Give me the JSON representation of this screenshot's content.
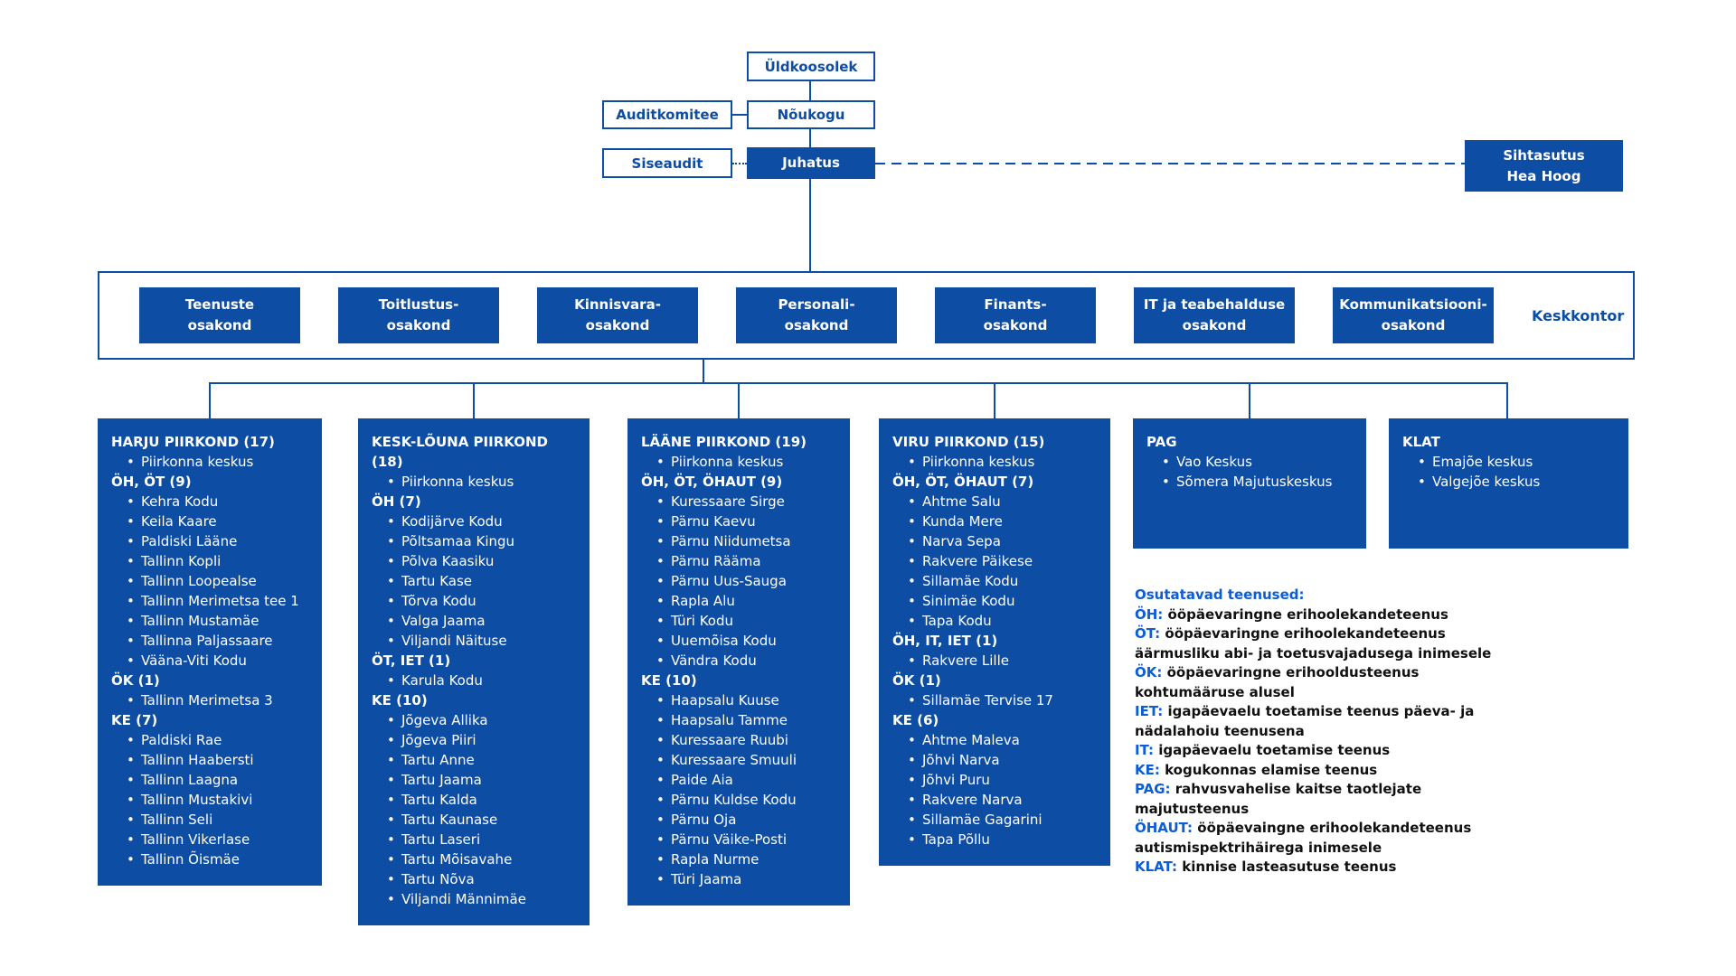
{
  "colors": {
    "primary_blue": "#0d4da4",
    "bright_blue": "#0b5ed7",
    "text_dark": "#111111",
    "box_text_white": "#ffffff"
  },
  "top": {
    "uldkoosolek": "Üldkoosolek",
    "auditkomitee": "Auditkomitee",
    "noukogu": "Nõukogu",
    "siseaudit": "Siseaudit",
    "juhatus": "Juhatus",
    "sihtasutus": "Sihtasutus\nHea Hoog"
  },
  "keskkontor": {
    "label": "Keskkontor",
    "departments": [
      "Teenuste\nosakond",
      "Toitlustus-\nosakond",
      "Kinnisvara-\nosakond",
      "Personali-\nosakond",
      "Finants-\nosakond",
      "IT ja teabehalduse\nosakond",
      "Kommunikatsiooni-\nosakond"
    ]
  },
  "regions": [
    {
      "title": "HARJU PIIRKOND (17)",
      "sections": [
        {
          "header": null,
          "items": [
            "Piirkonna keskus"
          ]
        },
        {
          "header": "ÖH, ÖT (9)",
          "items": [
            "Kehra Kodu",
            "Keila Kaare",
            "Paldiski Lääne",
            "Tallinn Kopli",
            "Tallinn Loopealse",
            "Tallinn Merimetsa tee 1",
            "Tallinn Mustamäe",
            "Tallinna Paljassaare",
            "Vääna-Viti Kodu"
          ]
        },
        {
          "header": "ÖK (1)",
          "items": [
            "Tallinn Merimetsa 3"
          ]
        },
        {
          "header": "KE (7)",
          "items": [
            "Paldiski Rae",
            "Tallinn Haabersti",
            "Tallinn Laagna",
            "Tallinn Mustakivi",
            "Tallinn Seli",
            "Tallinn Vikerlase",
            "Tallinn Õismäe"
          ]
        }
      ]
    },
    {
      "title": "KESK-LÕUNA PIIRKOND (18)",
      "sections": [
        {
          "header": null,
          "items": [
            "Piirkonna keskus"
          ]
        },
        {
          "header": "ÖH (7)",
          "items": [
            "Kodijärve Kodu",
            "Põltsamaa Kingu",
            "Põlva Kaasiku",
            "Tartu Kase",
            "Tõrva Kodu",
            "Valga Jaama",
            "Viljandi Näituse"
          ]
        },
        {
          "header": "ÖT, IET (1)",
          "items": [
            "Karula Kodu"
          ]
        },
        {
          "header": "KE (10)",
          "items": [
            "Jõgeva Allika",
            "Jõgeva Piiri",
            "Tartu Anne",
            "Tartu Jaama",
            "Tartu Kalda",
            "Tartu Kaunase",
            "Tartu Laseri",
            "Tartu Mõisavahe",
            "Tartu Nõva",
            "Viljandi Männimäe"
          ]
        }
      ]
    },
    {
      "title": "LÄÄNE PIIRKOND (19)",
      "sections": [
        {
          "header": null,
          "items": [
            "Piirkonna keskus"
          ]
        },
        {
          "header": "ÖH, ÖT, ÖHAUT (9)",
          "items": [
            "Kuressaare Sirge",
            "Pärnu Kaevu",
            "Pärnu Niidumetsa",
            "Pärnu Rääma",
            "Pärnu Uus-Sauga",
            "Rapla Alu",
            "Türi Kodu",
            "Uuemõisa Kodu",
            "Vändra Kodu"
          ]
        },
        {
          "header": "KE (10)",
          "items": [
            "Haapsalu Kuuse",
            "Haapsalu Tamme",
            "Kuressaare Ruubi",
            "Kuressaare Smuuli",
            "Paide Aia",
            "Pärnu Kuldse Kodu",
            "Pärnu Oja",
            "Pärnu Väike-Posti",
            "Rapla Nurme",
            "Türi Jaama"
          ]
        }
      ]
    },
    {
      "title": "VIRU PIIRKOND (15)",
      "sections": [
        {
          "header": null,
          "items": [
            "Piirkonna keskus"
          ]
        },
        {
          "header": "ÖH, ÖT, ÖHAUT (7)",
          "items": [
            "Ahtme Salu",
            "Kunda Mere",
            "Narva Sepa",
            "Rakvere Päikese",
            "Sillamäe Kodu",
            "Sinimäe Kodu",
            "Tapa Kodu"
          ]
        },
        {
          "header": "ÖH, IT, IET (1)",
          "items": [
            "Rakvere Lille"
          ]
        },
        {
          "header": "ÖK (1)",
          "items": [
            "Sillamäe Tervise 17"
          ]
        },
        {
          "header": "KE (6)",
          "items": [
            "Ahtme Maleva",
            "Jõhvi Narva",
            "Jõhvi Puru",
            "Rakvere Narva",
            "Sillamäe Gagarini",
            "Tapa Põllu"
          ]
        }
      ]
    },
    {
      "title": "PAG",
      "sections": [
        {
          "header": null,
          "items": [
            "Vao Keskus",
            "Sõmera Majutuskeskus"
          ]
        }
      ]
    },
    {
      "title": "KLAT",
      "sections": [
        {
          "header": null,
          "items": [
            "Emajõe keskus",
            "Valgejõe keskus"
          ]
        }
      ]
    }
  ],
  "legend": {
    "title": "Osutatavad teenused:",
    "entries": [
      {
        "abbr": "ÖH:",
        "text": "ööpäevaringne erihoolekandeteenus"
      },
      {
        "abbr": "ÖT:",
        "text": "ööpäevaringne erihoolekandeteenus äärmusliku abi- ja toetusvajadusega inimesele"
      },
      {
        "abbr": "ÖK:",
        "text": "ööpäevaringne erihooldusteenus kohtumääruse alusel"
      },
      {
        "abbr": "IET:",
        "text": "igapäevaelu toetamise teenus päeva- ja nädalahoiu teenusena"
      },
      {
        "abbr": "IT:",
        "text": "igapäevaelu toetamise teenus"
      },
      {
        "abbr": "KE:",
        "text": "kogukonnas elamise teenus"
      },
      {
        "abbr": "PAG:",
        "text": "rahvusvahelise kaitse taotlejate majutusteenus"
      },
      {
        "abbr": "ÖHAUT:",
        "text": "ööpäevaingne erihoolekandeteenus autismispektrihäirega inimesele"
      },
      {
        "abbr": "KLAT:",
        "text": "kinnise lasteasutuse teenus"
      }
    ]
  }
}
